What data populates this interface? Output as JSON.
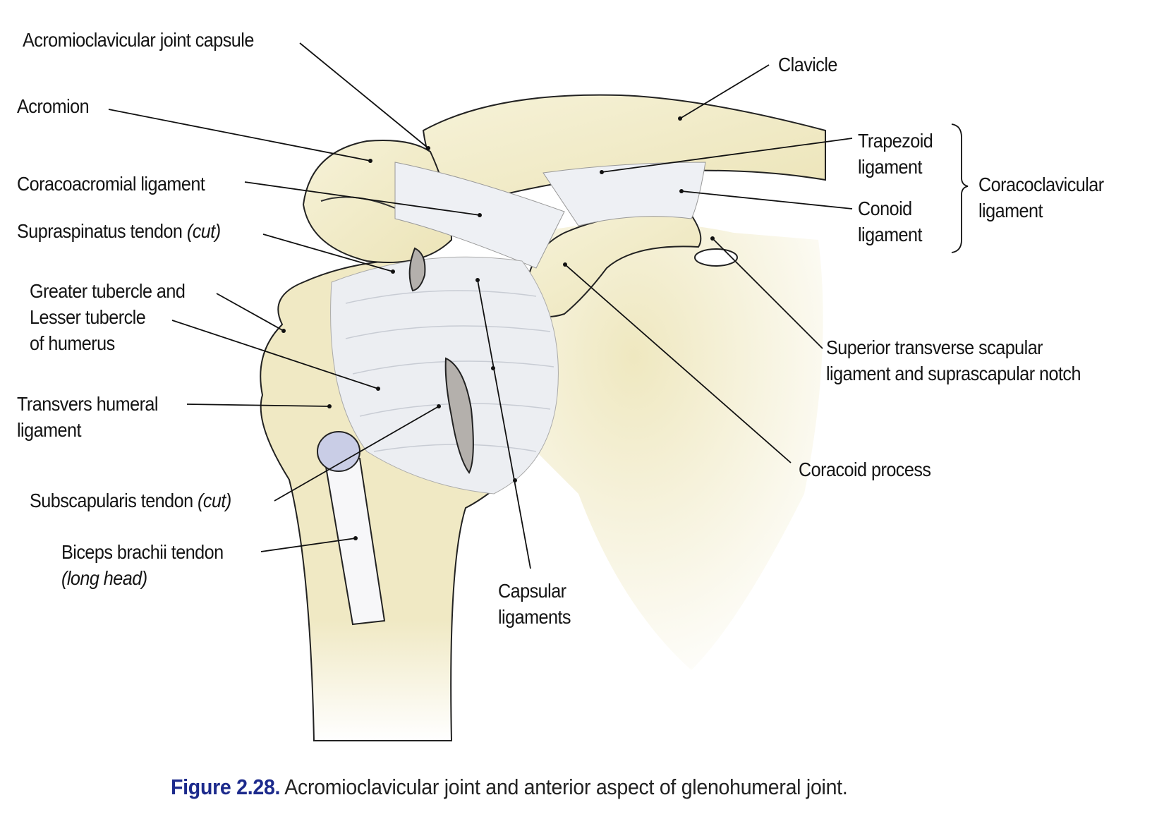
{
  "labels": {
    "ac_capsule": "Acromioclavicular joint capsule",
    "clavicle": "Clavicle",
    "acromion": "Acromion",
    "coracoacromial": "Coracoacromial ligament",
    "supraspinatus": "Supraspinatus tendon",
    "supraspinatus_note": "(cut)",
    "tubercle_1": "Greater tubercle and",
    "tubercle_2": "Lesser tubercle",
    "tubercle_3": "of humerus",
    "trapezoid_1": "Trapezoid",
    "trapezoid_2": "ligament",
    "conoid_1": "Conoid",
    "conoid_2": "ligament",
    "coracoclavicular_1": "Coracoclavicular",
    "coracoclavicular_2": "ligament",
    "sts_1": "Superior transverse scapular",
    "sts_2": "ligament and suprascapular notch",
    "transverse_humeral_1": "Transvers humeral",
    "transverse_humeral_2": "ligament",
    "coracoid": "Coracoid process",
    "subscapularis": "Subscapularis tendon",
    "subscapularis_note": "(cut)",
    "biceps_1": "Biceps brachii tendon",
    "biceps_2": "(long head)",
    "capsular_1": "Capsular",
    "capsular_2": "ligaments"
  },
  "caption": {
    "number": "Figure 2.28.",
    "text": " Acromioclavicular joint and anterior aspect of glenohumeral joint."
  },
  "colors": {
    "bone": "#f2edc9",
    "ligament": "#eef0f4",
    "caption_accent": "#1c2a8c"
  }
}
